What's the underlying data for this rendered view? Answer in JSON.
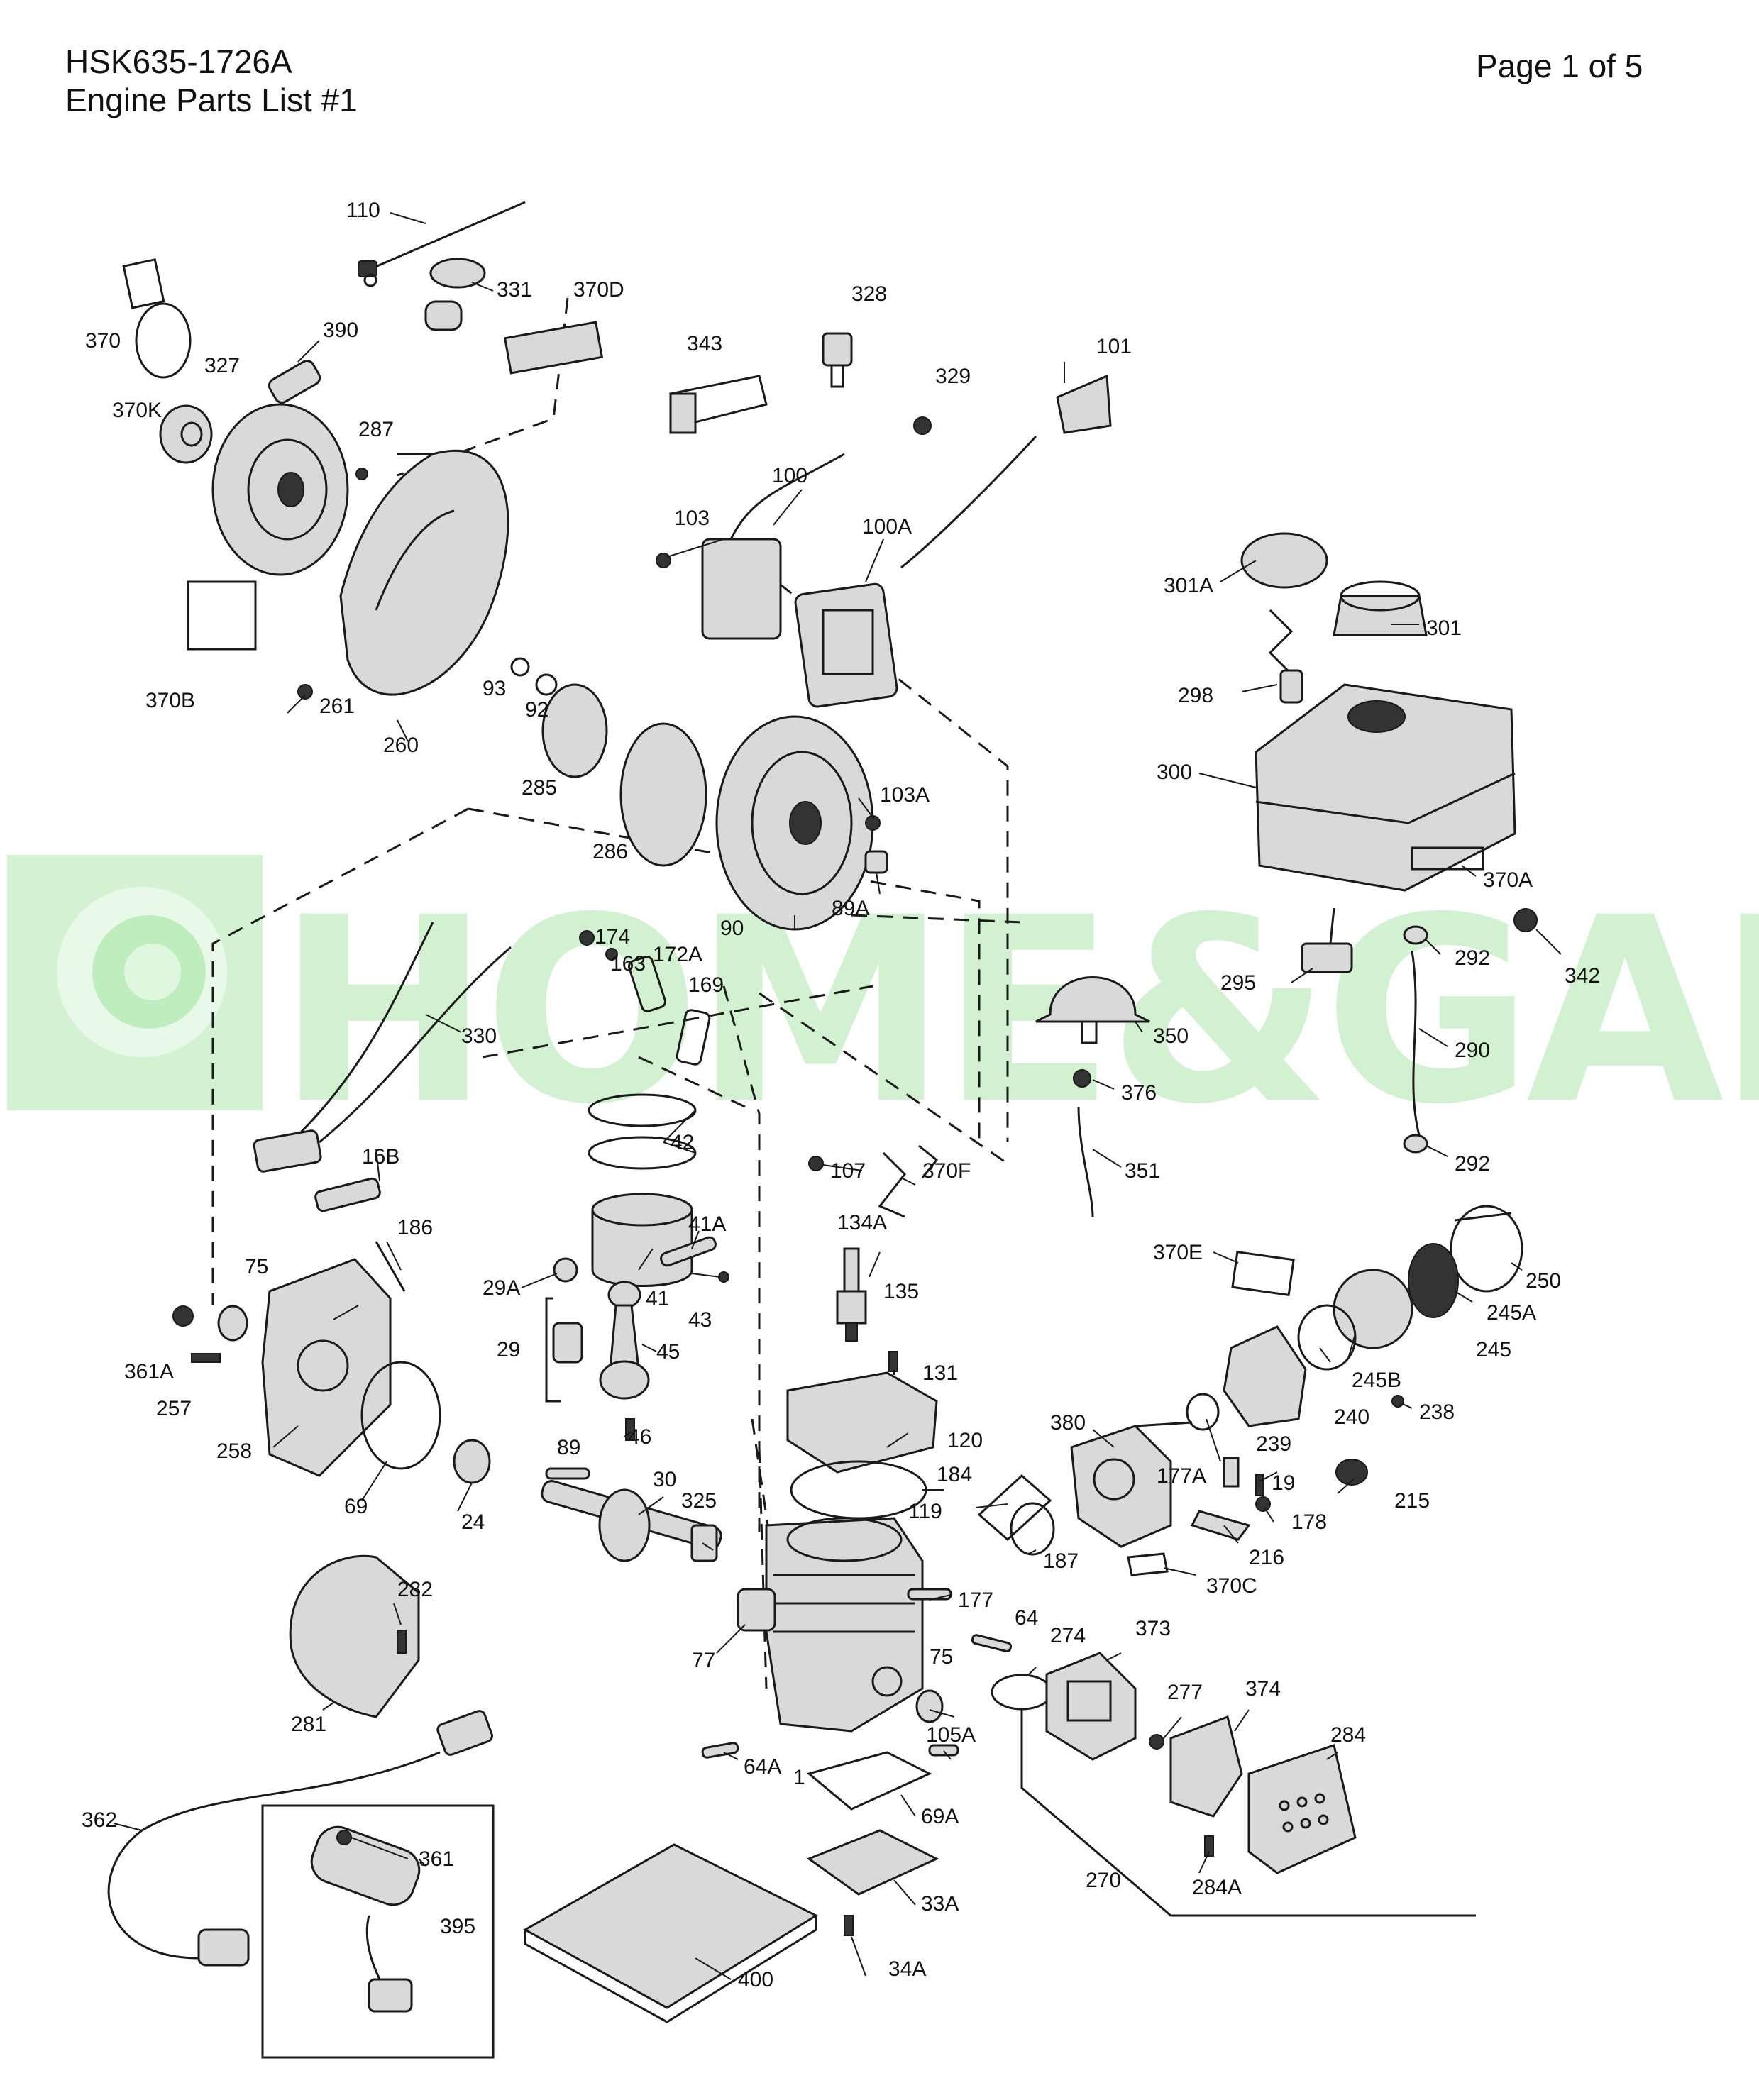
{
  "header": {
    "model": "HSK635-1726A",
    "subtitle": "Engine Parts List #1",
    "page": "Page 1 of 5"
  },
  "watermark": {
    "text": "HOME&GARDEN",
    "color": "#5cd05c"
  },
  "callouts": [
    "110",
    "331",
    "370D",
    "370",
    "370K",
    "327",
    "390",
    "287",
    "328",
    "343",
    "329",
    "101",
    "100",
    "103",
    "100A",
    "301A",
    "301",
    "298",
    "300",
    "370A",
    "370B",
    "261",
    "260",
    "93",
    "92",
    "285",
    "286",
    "90",
    "103A",
    "89A",
    "174",
    "163",
    "172A",
    "169",
    "330",
    "295",
    "292",
    "342",
    "350",
    "290",
    "376",
    "42",
    "107",
    "370F",
    "351",
    "292",
    "16B",
    "186",
    "134A",
    "41A",
    "75",
    "29A",
    "43",
    "41",
    "135",
    "370E",
    "250",
    "245A",
    "361A",
    "257",
    "29",
    "45",
    "131",
    "245",
    "258",
    "120",
    "240",
    "245B",
    "238",
    "380",
    "239",
    "89",
    "46",
    "215",
    "69",
    "24",
    "30",
    "325",
    "184",
    "119",
    "177A",
    "19",
    "178",
    "187",
    "216",
    "370C",
    "282",
    "177",
    "64",
    "274",
    "373",
    "77",
    "75",
    "277",
    "374",
    "284",
    "281",
    "105A",
    "64A",
    "1",
    "69A",
    "270",
    "284A",
    "362",
    "361",
    "395",
    "33A",
    "400",
    "34A"
  ]
}
